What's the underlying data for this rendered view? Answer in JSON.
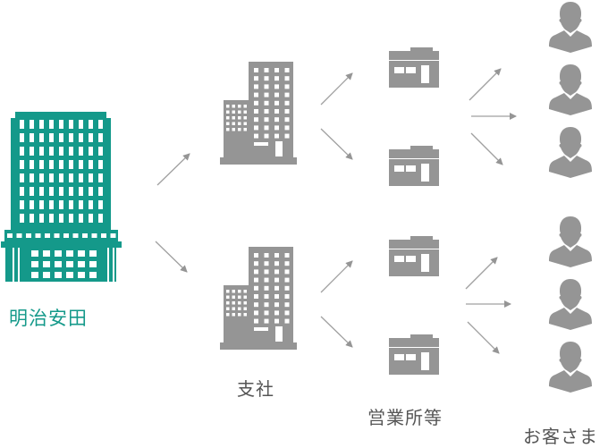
{
  "colors": {
    "brand": "#14998a",
    "icon_gray": "#959595",
    "label_gray": "#555555"
  },
  "nodes": {
    "headquarters": {
      "label": "明治安田",
      "icon": "headquarters-building-icon"
    },
    "branch": {
      "label": "支社",
      "icon": "office-building-icon",
      "count": 2
    },
    "sales_office": {
      "label": "営業所等",
      "icon": "sales-office-icon",
      "count": 4
    },
    "customers": {
      "label": "お客さま",
      "icon": "person-icon",
      "count": 6
    }
  }
}
